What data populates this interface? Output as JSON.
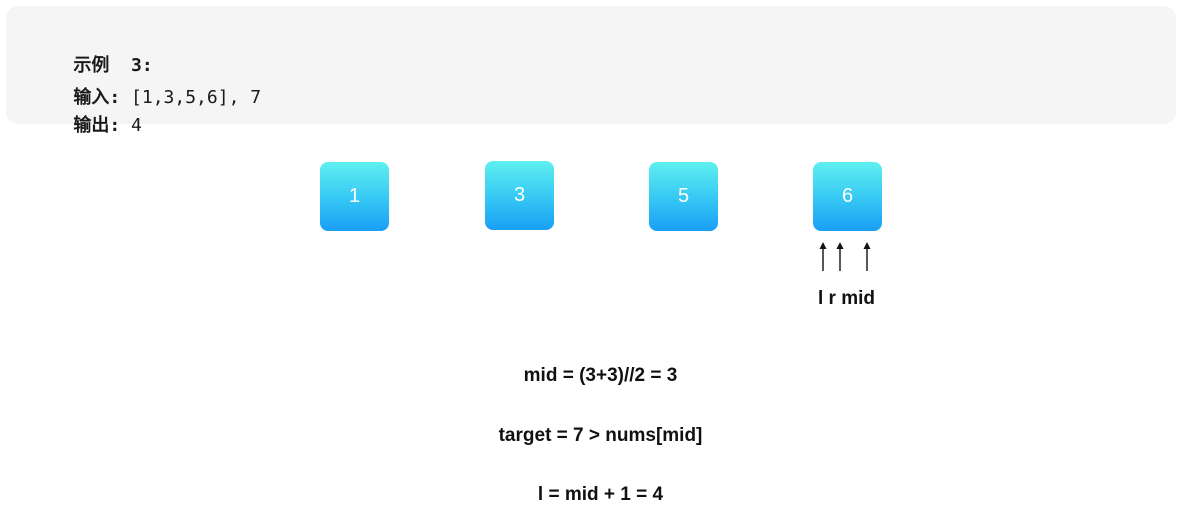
{
  "example": {
    "title": "示例  3:",
    "input_label": "输入:",
    "input_value": " [1,3,5,6], 7",
    "output_label": "输出:",
    "output_value": " 4"
  },
  "array": {
    "cells": [
      "1",
      "3",
      "5",
      "6"
    ]
  },
  "pointers": {
    "labels": "l r mid"
  },
  "steps": [
    "mid = (3+3)//2 = 3",
    "target = 7 > nums[mid]",
    "l = mid + 1 = 4"
  ],
  "colors": {
    "cell_top": "#5ef0f0",
    "cell_bottom": "#1a9ff5",
    "panel_bg": "#f5f5f5"
  }
}
